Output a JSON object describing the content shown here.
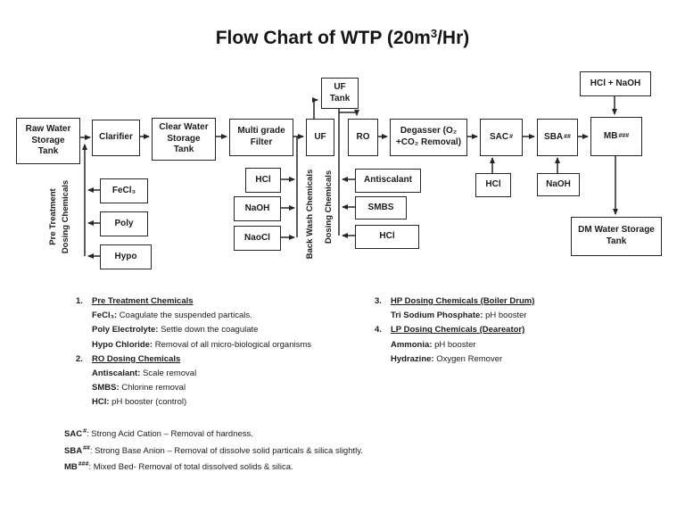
{
  "title": {
    "pre": "Flow Chart of WTP (20m",
    "sup": "3",
    "post": "/Hr)"
  },
  "diagram": {
    "boxes": {
      "raw_water": "Raw Water\nStorage\nTank",
      "clarifier": "Clarifier",
      "clear_water": "Clear Water\nStorage\nTank",
      "multi_grade_filter": "Multi grade\nFilter",
      "uf": "UF",
      "uf_tank": "UF\nTank",
      "ro": "RO",
      "degasser": "Degasser (O₂\n+CO₂ Removal)",
      "sac": {
        "label": "SAC",
        "sup": "#"
      },
      "sba": {
        "label": "SBA",
        "sup": "##"
      },
      "mb": {
        "label": "MB",
        "sup": "###"
      },
      "hcl_naoh": "HCl + NaOH",
      "dm_tank": "DM Water Storage\nTank",
      "fecl3": "FeCl₃",
      "poly": "Poly",
      "hypo": "Hypo",
      "bw_hcl": "HCl",
      "bw_naoh": "NaOH",
      "bw_naocl": "NaoCl",
      "antiscalant": "Antiscalant",
      "smbs": "SMBS",
      "dosing_hcl": "HCl",
      "sac_hcl": "HCl",
      "sba_naoh": "NaOH"
    },
    "vertical_labels": {
      "pre_treatment": "Pre Treatment\nDosing Chemicals",
      "back_wash": "Back Wash Chemicals",
      "dosing": "Dosing Chemicals"
    },
    "line_color": "#262626"
  },
  "notes_left": [
    {
      "num": "1.",
      "heading": "Pre Treatment Chemicals",
      "items": [
        {
          "term": "FeCl₃:",
          "desc": " Coagulate the suspended particals."
        },
        {
          "term": "Poly Electrolyte:",
          "desc": " Settle down the coagulate"
        },
        {
          "term": "Hypo Chloride:",
          "desc": " Removal of all micro-biological organisms"
        }
      ]
    },
    {
      "num": "2.",
      "heading": "RO Dosing Chemicals",
      "items": [
        {
          "term": "Antiscalant:",
          "desc": " Scale removal"
        },
        {
          "term": "SMBS:",
          "desc": " Chlorine removal"
        },
        {
          "term": "HCl:",
          "desc": " pH booster (control)"
        }
      ]
    }
  ],
  "notes_right": [
    {
      "num": "3.",
      "heading": "HP Dosing Chemicals (Boiler Drum)",
      "items": [
        {
          "term": "Tri Sodium Phosphate:",
          "desc": " pH booster"
        }
      ]
    },
    {
      "num": "4.",
      "heading": "LP Dosing Chemicals (Deareator)",
      "items": [
        {
          "term": "Ammonia:",
          "desc": " pH booster"
        },
        {
          "term": "Hydrazine:",
          "desc": " Oxygen Remover"
        }
      ]
    }
  ],
  "footnotes": [
    {
      "term": "SAC",
      "sup": "#",
      "desc": ": Strong Acid Cation – Removal of hardness."
    },
    {
      "term": "SBA",
      "sup": "##",
      "desc": ": Strong Base Anion – Removal of dissolve solid particals & silica slightly."
    },
    {
      "term": "MB",
      "sup": "###",
      "desc": ": Mixed Bed- Removal of total dissolved solids & silica."
    }
  ]
}
